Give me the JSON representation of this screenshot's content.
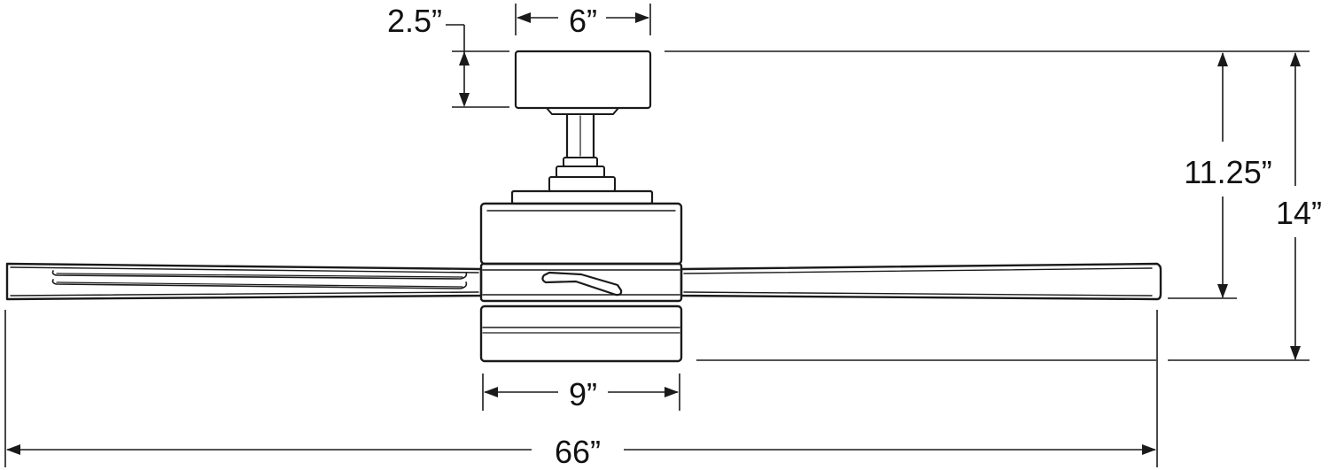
{
  "diagram": {
    "dimensions": {
      "canopy_height": "2.5”",
      "canopy_width": "6”",
      "ceiling_to_blade": "11.25”",
      "overall_height": "14”",
      "motor_width": "9”",
      "blade_span": "66”"
    },
    "colors": {
      "line": "#1a1a1a",
      "background": "#ffffff"
    }
  }
}
